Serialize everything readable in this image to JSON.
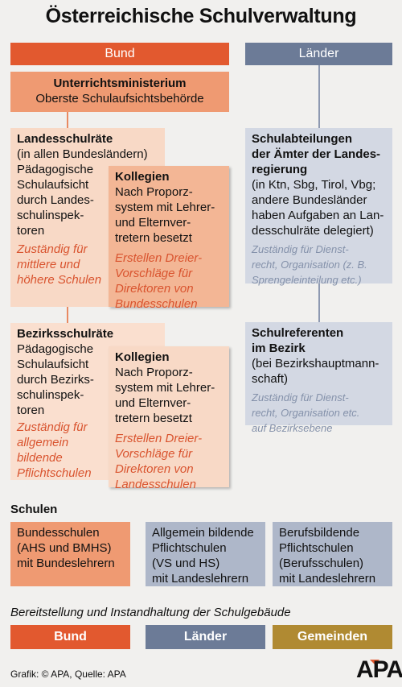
{
  "title": "Österreichische Schulverwaltung",
  "header": {
    "bund": "Bund",
    "laender": "Länder"
  },
  "ministerium": {
    "name": "Unterrichtsministerium",
    "subtitle": "Oberste Schulaufsichtsbehörde"
  },
  "landesschulraete": {
    "title": "Landesschulräte",
    "lines": [
      "(in allen Bundesländern)",
      "Pädagogische",
      "Schulaufsicht",
      "durch Landes-",
      "schulinspek-",
      "toren"
    ],
    "duty": [
      "Zuständig für",
      "mittlere und",
      "höhere Schulen"
    ]
  },
  "kollegien_land": {
    "title": "Kollegien",
    "lines": [
      "Nach Proporz-",
      "system mit Lehrer-",
      "und Elternver-",
      "tretern besetzt"
    ],
    "duty": [
      "Erstellen Dreier-",
      "Vorschläge für",
      "Direktoren von",
      "Bundesschulen"
    ]
  },
  "bezirksschulraete": {
    "title": "Bezirksschulräte",
    "lines": [
      "Pädagogische",
      "Schulaufsicht",
      "durch Bezirks-",
      "schulinspek-",
      "toren"
    ],
    "duty": [
      "Zuständig für",
      "allgemein",
      "bildende",
      "Pflichtschulen"
    ]
  },
  "kollegien_bezirk": {
    "title": "Kollegien",
    "lines": [
      "Nach Proporz-",
      "system mit Lehrer-",
      "und Elternver-",
      "tretern besetzt"
    ],
    "duty": [
      "Erstellen Dreier-",
      "Vorschläge für",
      "Direktoren von",
      "Landesschulen"
    ]
  },
  "schulabteilungen": {
    "title": [
      "Schulabteilungen",
      "der Ämter der Landes-",
      "regierung"
    ],
    "lines": [
      "(in Ktn, Sbg, Tirol, Vbg;",
      "andere Bundesländer",
      "haben Aufgaben an Lan-",
      "desschulräte delegiert)"
    ],
    "duty": [
      "Zuständig für Dienst-",
      "recht, Organisation (z. B.",
      "Sprengeleinteilung etc.)"
    ]
  },
  "schulreferenten": {
    "title": [
      "Schulreferenten",
      "im Bezirk"
    ],
    "lines": [
      "(bei Bezirkshauptmann-",
      "schaft)"
    ],
    "duty": [
      "Zuständig für Dienst-",
      "recht, Organisation etc.",
      "auf Bezirksebene"
    ]
  },
  "schulen": {
    "heading": "Schulen",
    "items": [
      {
        "lines": [
          "Bundesschulen",
          "(AHS und BMHS)",
          "mit Bundeslehrern"
        ],
        "color": "#e2592f"
      },
      {
        "lines": [
          "Allgemein bildende",
          "Pflichtschulen",
          "(VS und HS)",
          "mit Landeslehrern"
        ],
        "color": "#aeb7c9"
      },
      {
        "lines": [
          "Berufsbildende",
          "Pflichtschulen",
          "(Berufsschulen)",
          "mit Landeslehrern"
        ],
        "color": "#aeb7c9"
      }
    ]
  },
  "gebaeude": {
    "heading": "Bereitstellung und Instandhaltung der Schulgebäude",
    "bund": "Bund",
    "laender": "Länder",
    "gemeinden": "Gemeinden"
  },
  "footer": {
    "credit": "Grafik: © APA, Quelle: APA",
    "logo": "APA"
  },
  "colors": {
    "bund": "#e2592f",
    "laender": "#6c7b97",
    "gemeinden": "#b08a32"
  }
}
